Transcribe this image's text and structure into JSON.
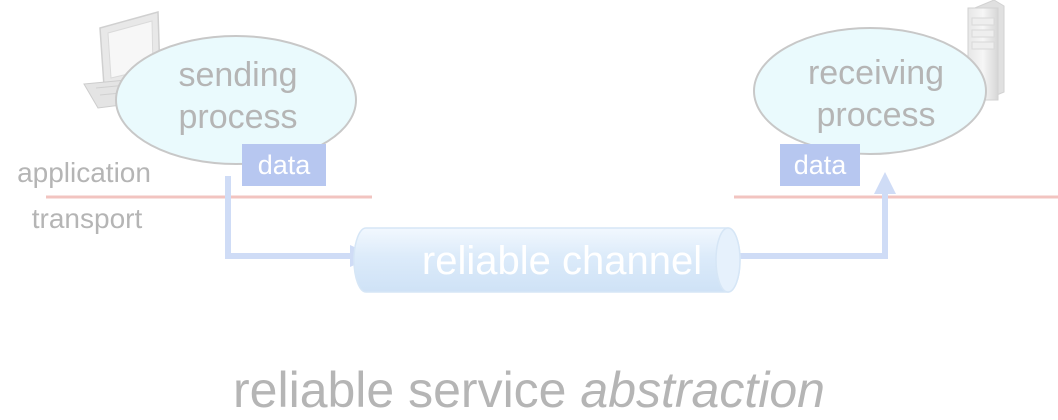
{
  "sender": {
    "process_line1": "sending",
    "process_line2": "process",
    "data_label": "data"
  },
  "receiver": {
    "process_line1": "receiving",
    "process_line2": "process",
    "data_label": "data"
  },
  "layers": {
    "application": "application",
    "transport": "transport"
  },
  "channel": {
    "label": "reliable channel"
  },
  "caption": {
    "normal": "reliable service ",
    "italic": "abstraction"
  },
  "icons": {
    "sender_host": "desktop-computer-icon",
    "receiver_host": "server-tower-icon"
  },
  "colors": {
    "bubble_fill": "#eafafd",
    "bubble_stroke": "#c8c8c8",
    "data_box": "#b7c7f0",
    "layer_line": "#f2c4c0",
    "arrow": "#cfdcf6",
    "channel_fill": "#dfeefb",
    "text_muted": "#b5b5b5"
  }
}
